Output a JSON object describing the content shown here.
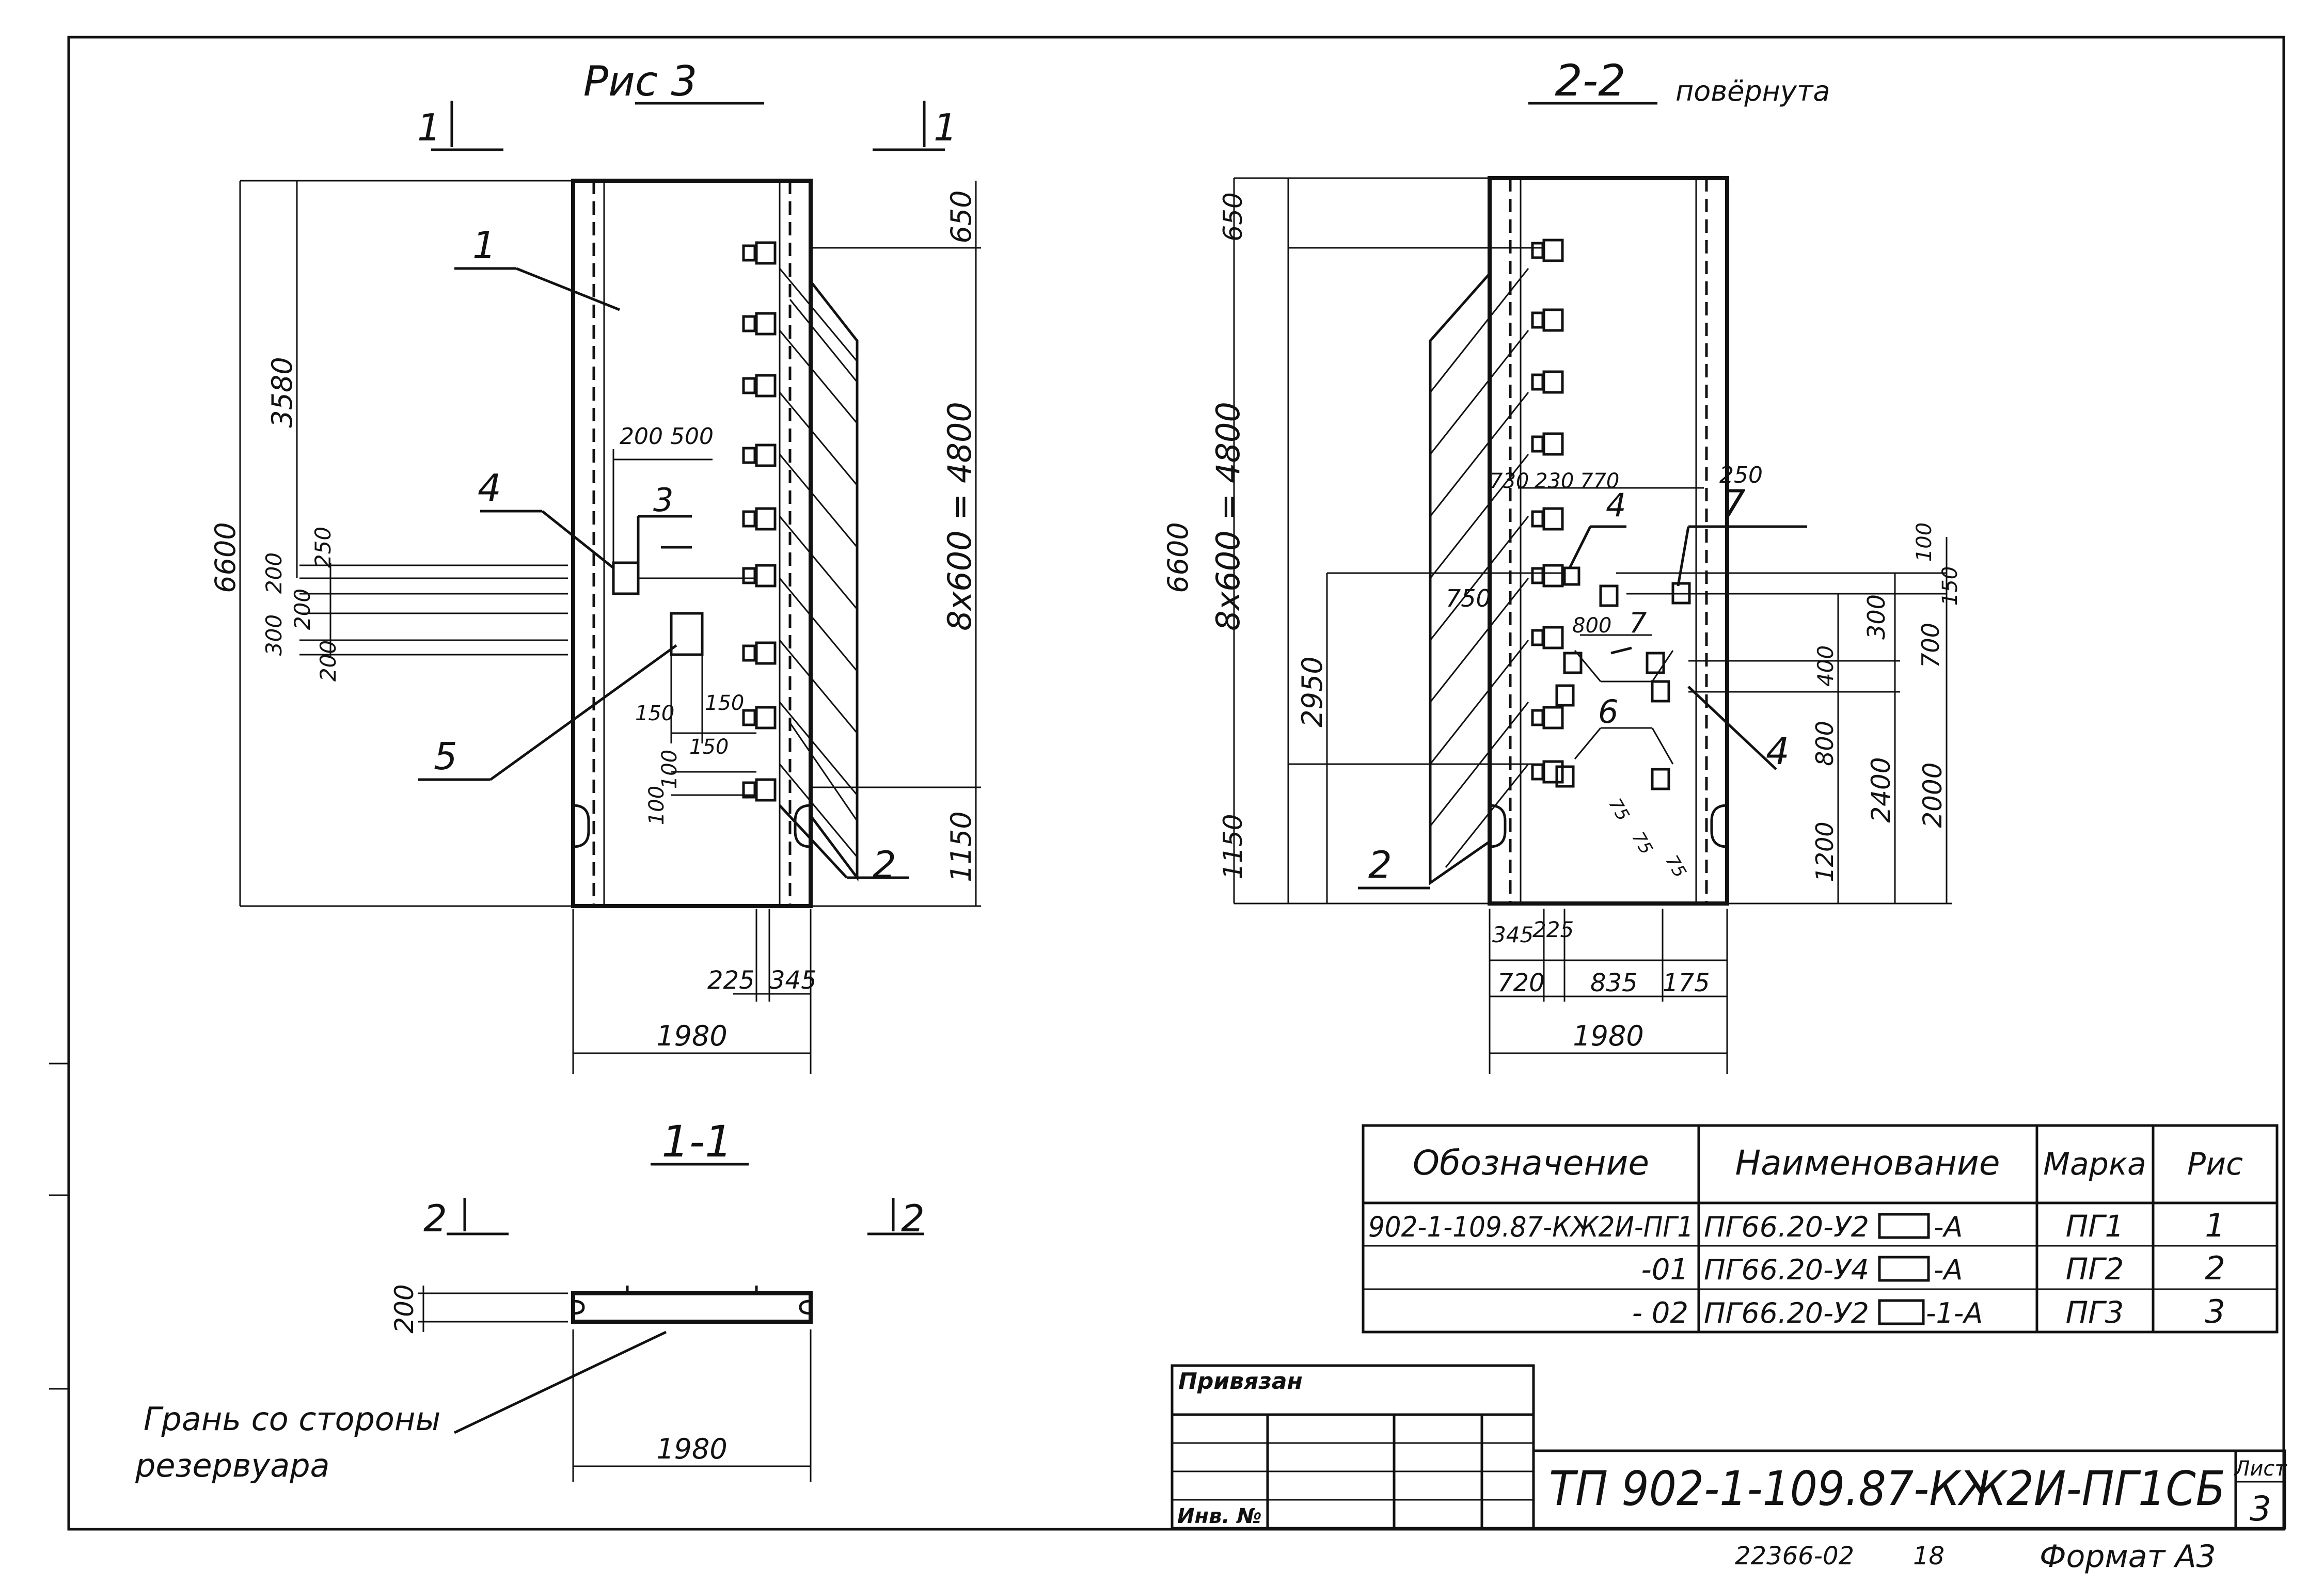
{
  "drawing": {
    "fig_title": "Рис 3",
    "section_2_2": {
      "title": "2-2",
      "note": "повёрнута"
    },
    "section_1_1": {
      "title": "1-1"
    },
    "cut_marks": {
      "left": "1",
      "right": "1",
      "sec_left": "2",
      "sec_right": "2"
    },
    "fig3": {
      "dims": {
        "total_height": "6600",
        "upper": "3580",
        "top": "650",
        "bottom": "1150",
        "series": "8x600 = 4800",
        "d200a": "200",
        "d250": "250",
        "d300": "300",
        "d200b": "200",
        "d200c": "200",
        "d200_500": "200 500",
        "d150a": "150",
        "d150b": "150",
        "d150c": "150",
        "d100a": "100",
        "d100b": "100",
        "d225": "225",
        "d345": "345",
        "width": "1980"
      },
      "callouts": [
        "1",
        "2",
        "3",
        "4",
        "5"
      ]
    },
    "sec22": {
      "dims": {
        "total_height": "6600",
        "series": "8x600 = 4800",
        "top": "650",
        "bottom": "1150",
        "h2950": "2950",
        "d730": "730",
        "d230": "230",
        "d770": "770",
        "d250": "250",
        "d750": "750",
        "d800": "800",
        "d100": "100",
        "d150": "150",
        "d300": "300",
        "d400": "400",
        "d700": "700",
        "d800b": "800",
        "d1200": "1200",
        "d2400": "2400",
        "d2000": "2000",
        "d75a": "75",
        "d75b": "75",
        "d75c": "75",
        "d345": "345",
        "d225": "225",
        "d720": "720",
        "d835": "835",
        "d175": "175",
        "width": "1980"
      },
      "callouts": [
        "2",
        "4",
        "4",
        "6",
        "7",
        "7"
      ]
    },
    "sec11": {
      "dims": {
        "thickness": "200",
        "width": "1980"
      },
      "note_line1": "Грань со стороны",
      "note_line2": "резервуара"
    }
  },
  "spec_table": {
    "headers": [
      "Обозначение",
      "Наименование",
      "Марка",
      "Рис"
    ],
    "rows": [
      {
        "designation": "902-1-109.87-КЖ2И-ПГ1",
        "name": "ПГ66.20-У2",
        "suffix": "-А",
        "mark": "ПГ1",
        "fig": "1"
      },
      {
        "designation": "-01",
        "name": "ПГ66.20-У4",
        "suffix": "-А",
        "mark": "ПГ2",
        "fig": "2"
      },
      {
        "designation": "- 02",
        "name": "ПГ66.20-У2",
        "suffix": "-1-А",
        "mark": "ПГ3",
        "fig": "3"
      }
    ]
  },
  "title_block": {
    "bound_label": "Привязан",
    "inv_label": "Инв. №",
    "doc_code": "ТП 902-1-109.87-КЖ2И-ПГ1СБ",
    "sheet_label": "Лист",
    "sheet_number": "3"
  },
  "footer": {
    "archive_number": "22366-02",
    "page_number": "18",
    "format_label": "Формат А3"
  }
}
